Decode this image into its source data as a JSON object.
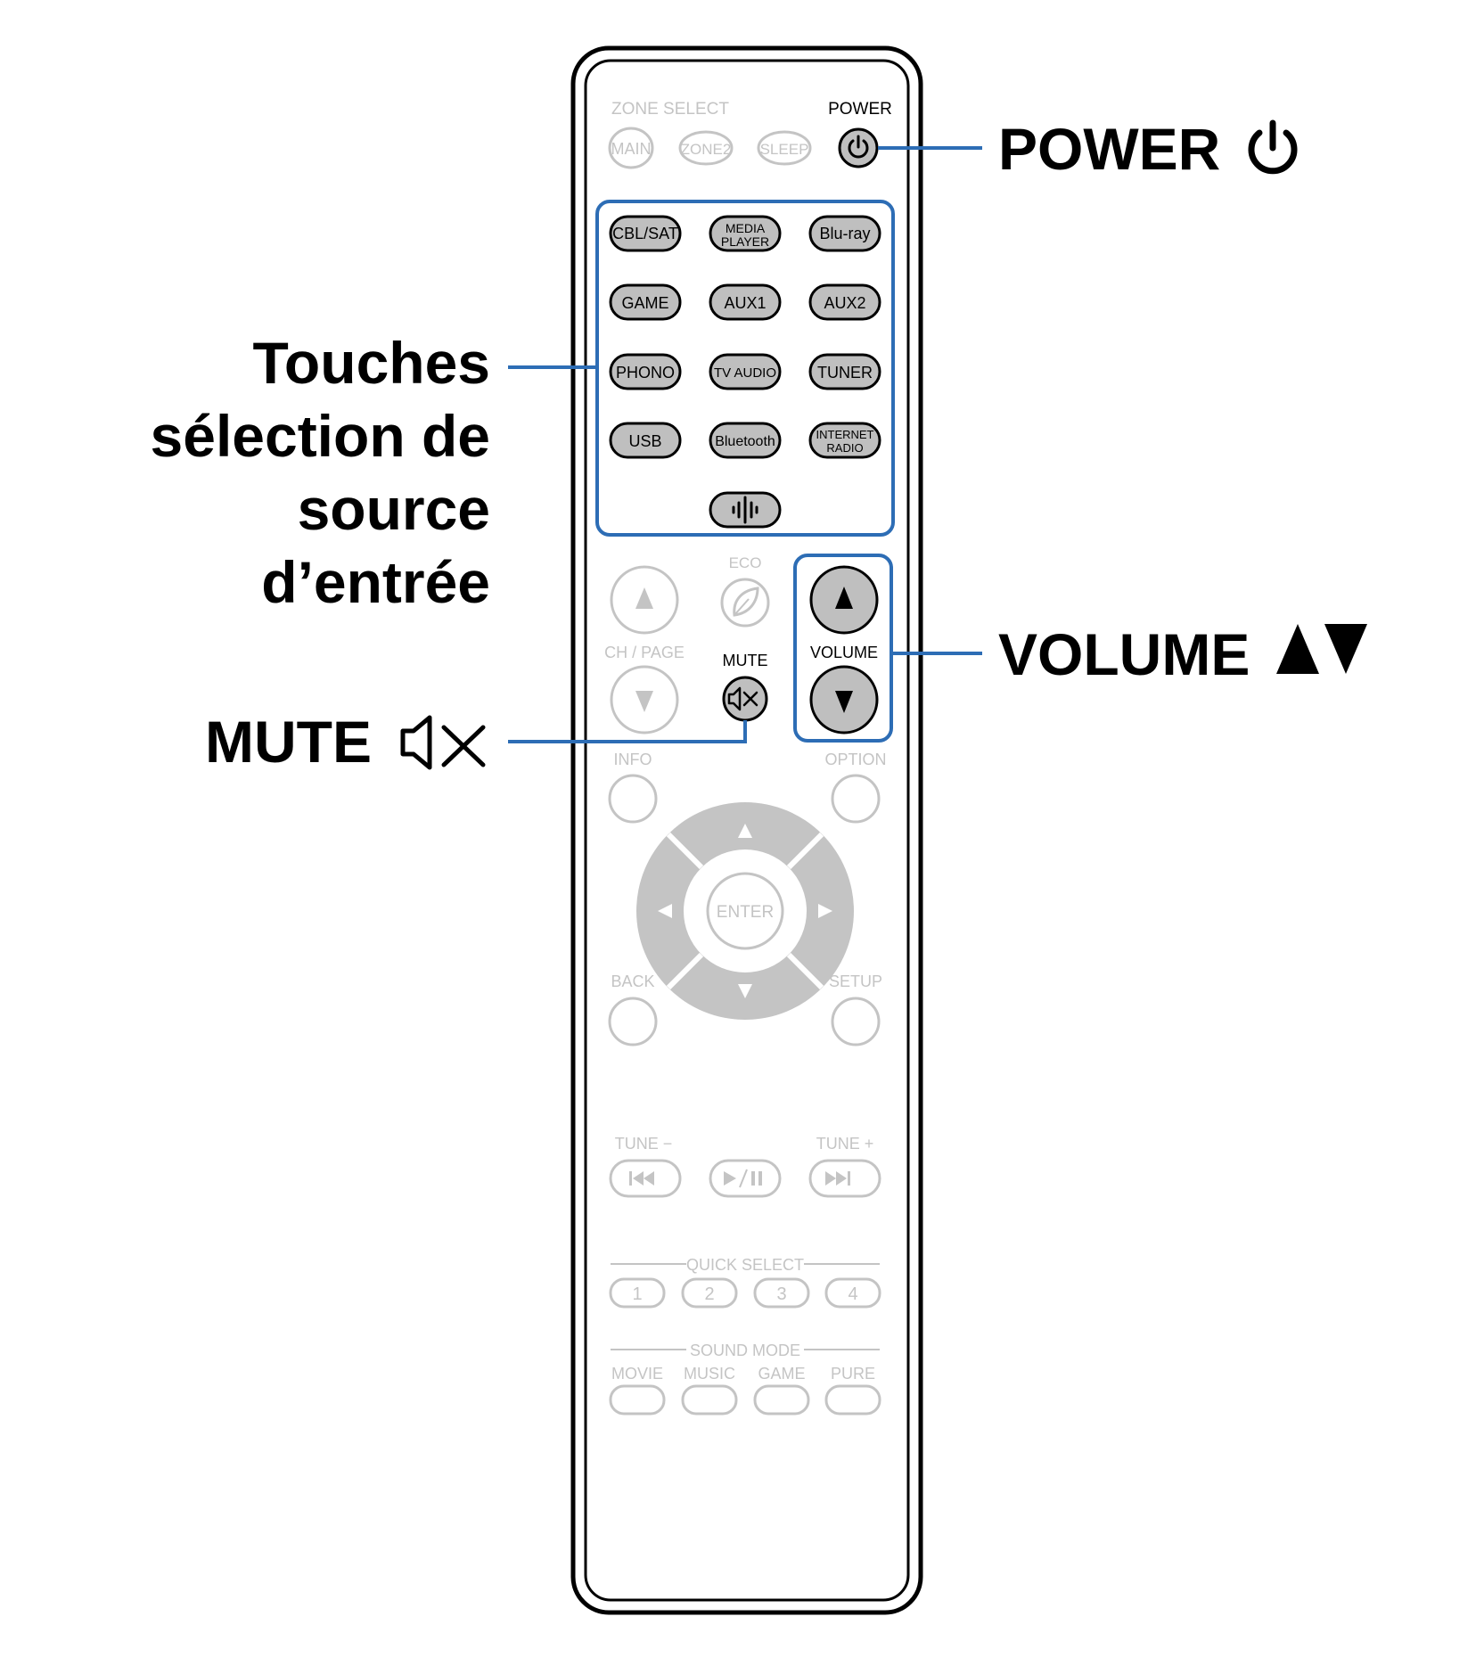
{
  "callouts": {
    "power": "POWER",
    "input_line1": "Touches",
    "input_line2": "sélection de",
    "input_line3": "source",
    "input_line4": "d’entrée",
    "volume": "VOLUME",
    "mute": "MUTE"
  },
  "remote": {
    "zone_select_label": "ZONE SELECT",
    "main": "MAIN",
    "zone2": "ZONE2",
    "sleep": "SLEEP",
    "power_label": "POWER",
    "inputs": {
      "cbl_sat": "CBL/SAT",
      "media_player_1": "MEDIA",
      "media_player_2": "PLAYER",
      "bluray": "Blu-ray",
      "game": "GAME",
      "aux1": "AUX1",
      "aux2": "AUX2",
      "phono": "PHONO",
      "tv_audio": "TV AUDIO",
      "tuner": "TUNER",
      "usb": "USB",
      "bluetooth": "Bluetooth",
      "internet_radio_1": "INTERNET",
      "internet_radio_2": "RADIO"
    },
    "eco": "ECO",
    "ch_page": "CH / PAGE",
    "mute_label": "MUTE",
    "volume_label": "VOLUME",
    "info": "INFO",
    "option": "OPTION",
    "enter": "ENTER",
    "back": "BACK",
    "setup": "SETUP",
    "tune_minus": "TUNE −",
    "tune_plus": "TUNE +",
    "quick_select_label": "QUICK SELECT",
    "quick_select": [
      "1",
      "2",
      "3",
      "4"
    ],
    "sound_mode_label": "SOUND MODE",
    "sound_modes": [
      "MOVIE",
      "MUSIC",
      "GAME",
      "PURE"
    ]
  },
  "colors": {
    "highlight_frame": "#2d6db5",
    "active_button": "#bfbfbf",
    "inactive": "#c4c4c4",
    "outline": "#000000"
  }
}
